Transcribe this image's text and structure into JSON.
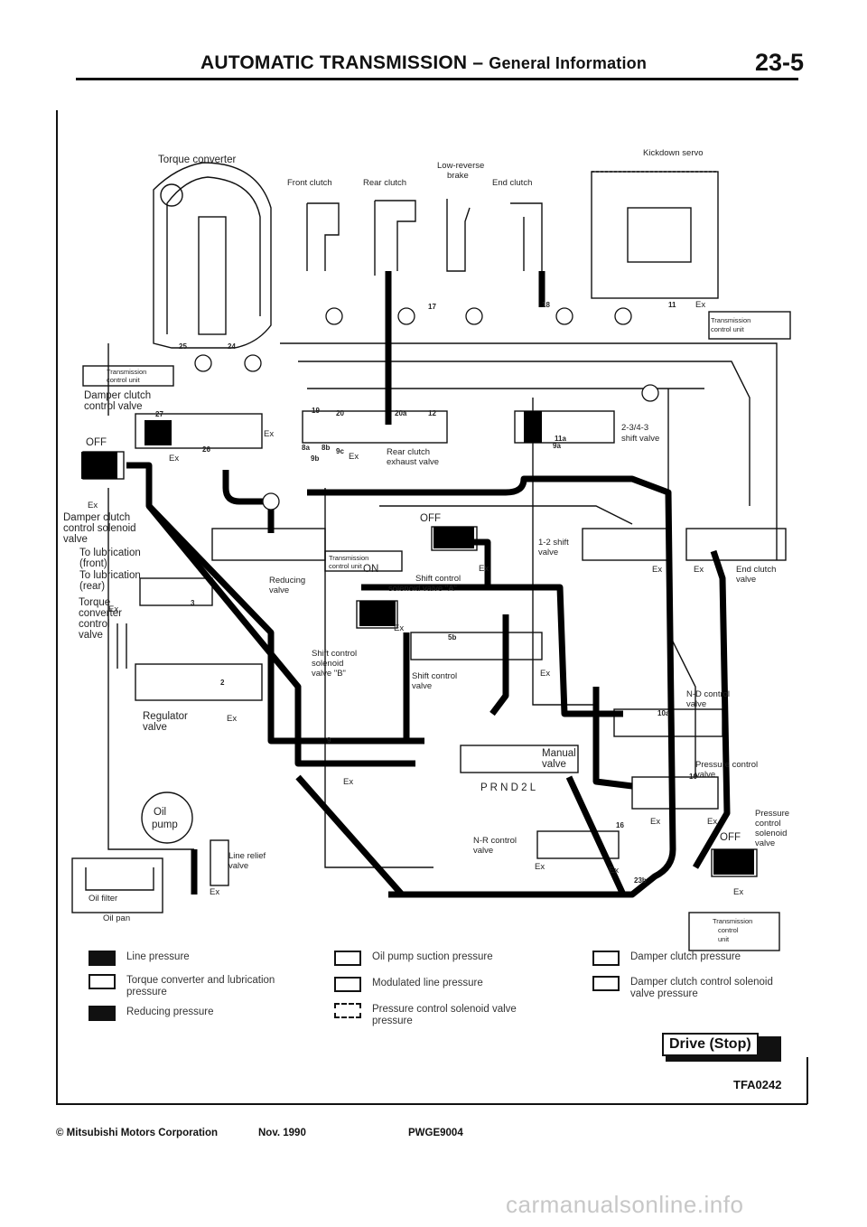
{
  "header": {
    "title_main": "AUTOMATIC TRANSMISSION",
    "title_dash": " – ",
    "title_sub": "General Information",
    "page_number": "23-5"
  },
  "diagram": {
    "labels": {
      "torque_converter": "Torque converter",
      "front_clutch": "Front clutch",
      "rear_clutch": "Rear clutch",
      "low_reverse_brake_1": "Low-reverse",
      "low_reverse_brake_2": "brake",
      "end_clutch": "End clutch",
      "kickdown_servo": "Kickdown servo",
      "tcu_1": "Transmission",
      "tcu_2": "control unit",
      "damper_clutch_control_valve_1": "Damper clutch",
      "damper_clutch_control_valve_2": "control valve",
      "off_left": "OFF",
      "ex": "Ex",
      "damper_solenoid_1": "Damper clutch",
      "damper_solenoid_2": "control solenoid",
      "damper_solenoid_3": "valve",
      "lub_front_1": "To lubrication",
      "lub_front_2": "(front)",
      "lub_rear_1": "To lubrication",
      "lub_rear_2": "(rear)",
      "tc_control_1": "Torque",
      "tc_control_2": "converter",
      "tc_control_3": "control",
      "tc_control_4": "valve",
      "reducing_valve_1": "Reducing",
      "reducing_valve_2": "valve",
      "rear_clutch_exhaust_1": "Rear clutch",
      "rear_clutch_exhaust_2": "exhaust valve",
      "shift_234_1": "2-3/4-3",
      "shift_234_2": "shift valve",
      "off_mid": "OFF",
      "on_mid": "ON",
      "shift_sol_a_1": "Shift control",
      "shift_sol_a_2": "solenoid valve \"A\"",
      "shift_12_1": "1-2 shift",
      "shift_12_2": "valve",
      "end_clutch_valve_1": "End clutch",
      "end_clutch_valve_2": "valve",
      "shift_sol_b_1": "Shift control",
      "shift_sol_b_2": "solenoid",
      "shift_sol_b_3": "valve \"B\"",
      "shift_control_valve_1": "Shift control",
      "shift_control_valve_2": "valve",
      "nd_control_1": "N-D control",
      "nd_control_2": "valve",
      "regulator_1": "Regulator",
      "regulator_2": "valve",
      "manual_1": "Manual",
      "manual_2": "valve",
      "prnd2l": "P R N D 2 L",
      "pressure_control_1": "Pressure control",
      "pressure_control_2": "valve",
      "oil_pump_1": "Oil",
      "oil_pump_2": "pump",
      "line_relief_1": "Line relief",
      "line_relief_2": "valve",
      "nr_control_1": "N-R control",
      "nr_control_2": "valve",
      "pc_solenoid_1": "Pressure",
      "pc_solenoid_2": "control",
      "pc_solenoid_3": "solenoid",
      "pc_solenoid_4": "valve",
      "off_right": "OFF",
      "oil_filter": "Oil filter",
      "oil_pan": "Oil pan",
      "tcu_unit_1": "Transmission",
      "tcu_unit_2": "control",
      "tcu_unit_3": "unit"
    },
    "port_numbers": [
      "25",
      "24",
      "27",
      "26",
      "20",
      "20a",
      "19",
      "12",
      "17",
      "18",
      "11",
      "10",
      "9",
      "3",
      "2",
      "5b",
      "16",
      "23b",
      "9a",
      "9b",
      "9c",
      "10a",
      "11a",
      "8a",
      "8b"
    ]
  },
  "legend": [
    {
      "style": "filled",
      "text": "Line pressure"
    },
    {
      "style": "outline",
      "text": "Torque converter and lubrication pressure"
    },
    {
      "style": "filled",
      "text": "Reducing pressure"
    },
    {
      "style": "outline",
      "text": "Oil pump suction pressure"
    },
    {
      "style": "outline",
      "text": "Modulated line pressure"
    },
    {
      "style": "dashed",
      "text": "Pressure control solenoid valve pressure"
    },
    {
      "style": "outline",
      "text": "Damper clutch pressure"
    },
    {
      "style": "outline",
      "text": "Damper clutch control solenoid valve pressure"
    }
  ],
  "mode_badge": "Drive (Stop)",
  "figure_code": "TFA0242",
  "footer": {
    "copyright": "© Mitsubishi Motors Corporation",
    "date": "Nov. 1990",
    "doc_code": "PWGE9004"
  },
  "watermark": "carmanualsonline.info",
  "colors": {
    "ink": "#111111",
    "paper": "#ffffff",
    "watermark": "#c7c7c7"
  }
}
